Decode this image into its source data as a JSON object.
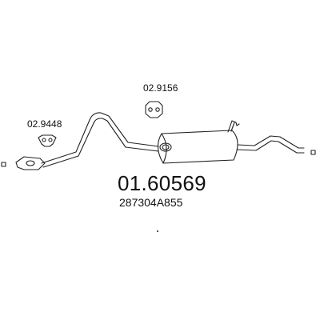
{
  "parts": [
    {
      "ref": "02.9448"
    },
    {
      "ref": "02.9156"
    }
  ],
  "article_number": "01.60569",
  "oem_number": "287304A855",
  "colors": {
    "line": "#222222",
    "background": "#ffffff"
  },
  "icons": [
    "rubber-mount-icon",
    "hanger-bracket-icon",
    "end-connector-square-icon"
  ]
}
